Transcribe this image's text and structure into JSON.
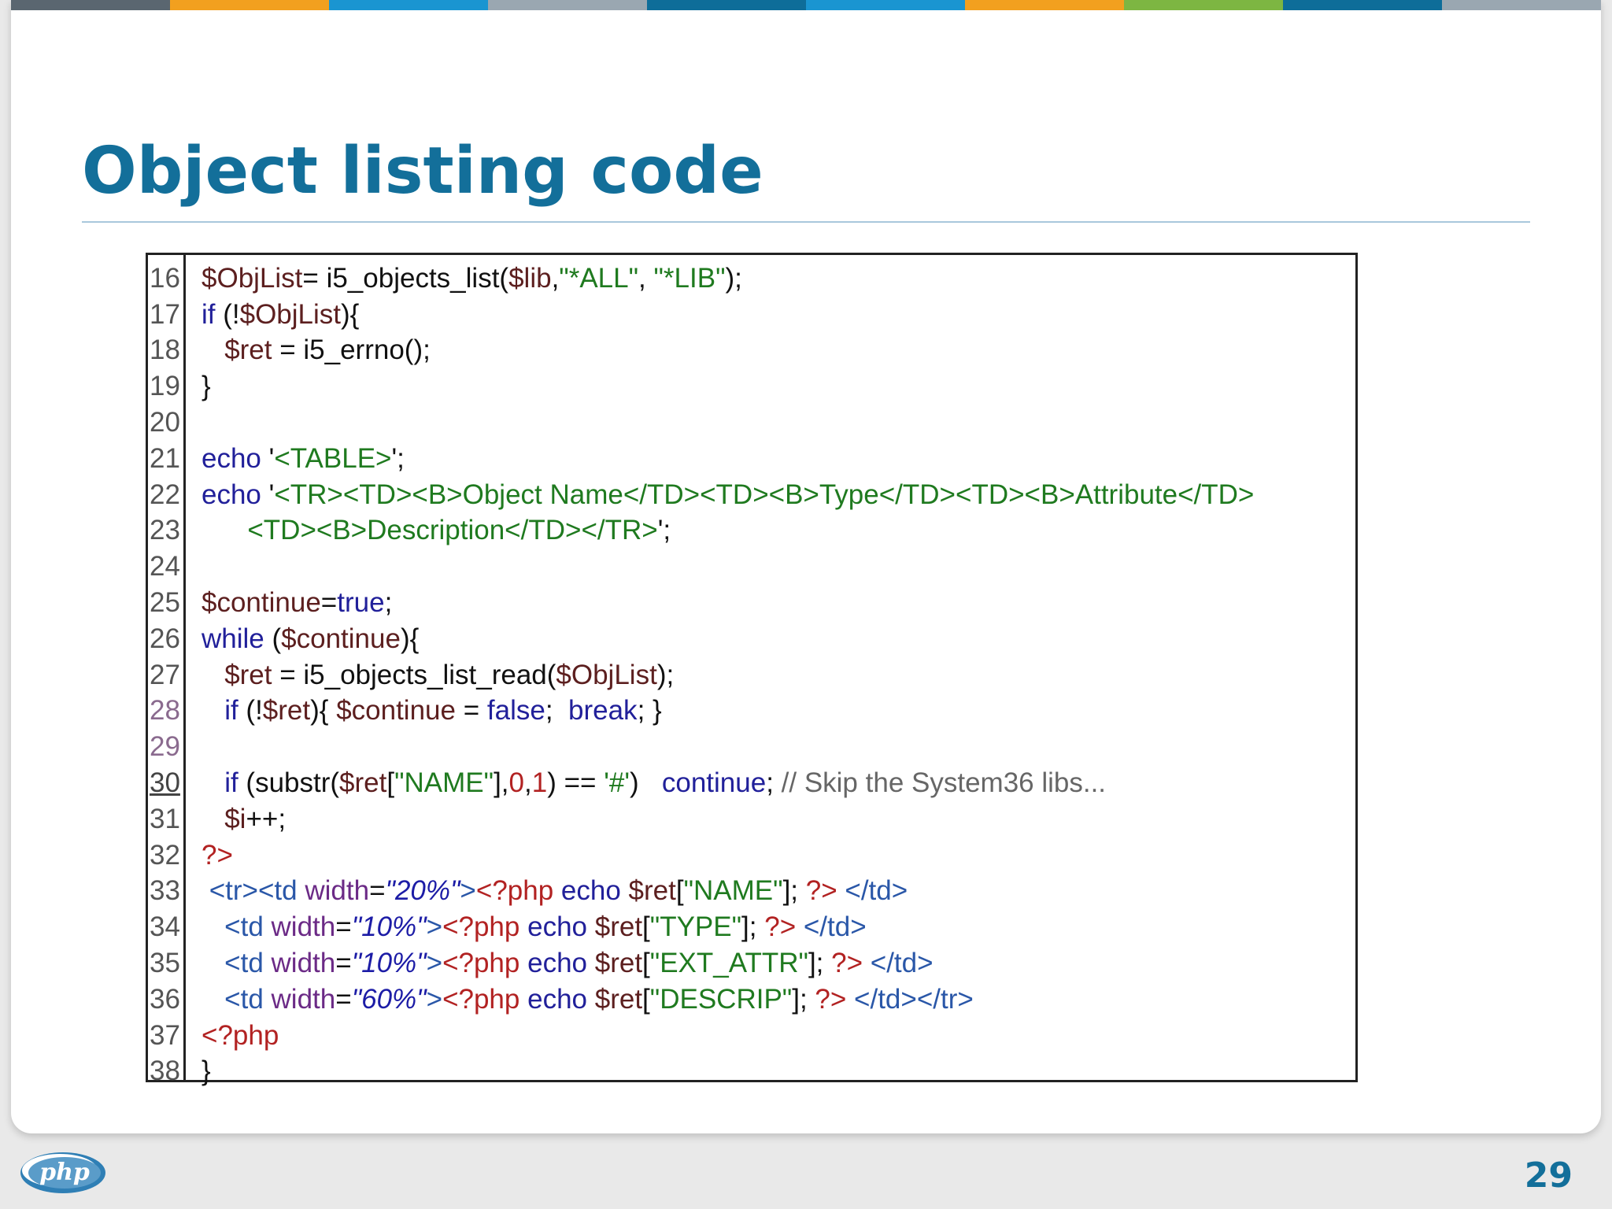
{
  "slide": {
    "title": "Object listing code",
    "page_number": "29",
    "logo_text": "php"
  },
  "colors": {
    "title": "#136f9a",
    "topbar": [
      "#5a6670",
      "#f2a01f",
      "#1a95d1",
      "#9aa7b1",
      "#0e6d99",
      "#1a95d1",
      "#f2a01f",
      "#7db642",
      "#0e6d99",
      "#9aa7b1"
    ]
  },
  "code": {
    "lines": [
      {
        "n": "16",
        "parts": [
          [
            "v",
            "$ObjList"
          ],
          [
            "",
            "= i5_objects_list("
          ],
          [
            "v",
            "$lib"
          ],
          [
            "",
            ","
          ],
          [
            "s",
            "\"*ALL\""
          ],
          [
            "",
            ", "
          ],
          [
            "s",
            "\"*LIB\""
          ],
          [
            "",
            ");"
          ]
        ]
      },
      {
        "n": "17",
        "parts": [
          [
            "k",
            "if"
          ],
          [
            "",
            " (!"
          ],
          [
            "v",
            "$ObjList"
          ],
          [
            "",
            "){"
          ]
        ]
      },
      {
        "n": "18",
        "parts": [
          [
            "",
            "   "
          ],
          [
            "v",
            "$ret"
          ],
          [
            "",
            " = i5_errno();"
          ]
        ]
      },
      {
        "n": "19",
        "parts": [
          [
            "",
            "}"
          ]
        ]
      },
      {
        "n": "20",
        "parts": []
      },
      {
        "n": "21",
        "parts": [
          [
            "k",
            "echo"
          ],
          [
            "",
            " '"
          ],
          [
            "s",
            "<TABLE>"
          ],
          [
            "",
            "';"
          ]
        ]
      },
      {
        "n": "22",
        "parts": [
          [
            "k",
            "echo"
          ],
          [
            "",
            " '"
          ],
          [
            "s",
            "<TR><TD><B>Object Name</TD><TD><B>Type</TD><TD><B>Attribute</TD>"
          ]
        ]
      },
      {
        "n": "23",
        "parts": [
          [
            "",
            "      "
          ],
          [
            "s",
            "<TD><B>Description</TD></TR>"
          ],
          [
            "",
            "';"
          ]
        ]
      },
      {
        "n": "24",
        "parts": []
      },
      {
        "n": "25",
        "parts": [
          [
            "v",
            "$continue"
          ],
          [
            "",
            "="
          ],
          [
            "k",
            "true"
          ],
          [
            "",
            ";"
          ]
        ]
      },
      {
        "n": "26",
        "parts": [
          [
            "k",
            "while"
          ],
          [
            "",
            " ("
          ],
          [
            "v",
            "$continue"
          ],
          [
            "",
            "){"
          ]
        ]
      },
      {
        "n": "27",
        "parts": [
          [
            "",
            "   "
          ],
          [
            "v",
            "$ret"
          ],
          [
            "",
            " = i5_objects_list_read("
          ],
          [
            "v",
            "$ObjList"
          ],
          [
            "",
            ");"
          ]
        ]
      },
      {
        "n": "28",
        "hl": true,
        "parts": [
          [
            "",
            "   "
          ],
          [
            "k",
            "if"
          ],
          [
            "",
            " (!"
          ],
          [
            "v",
            "$ret"
          ],
          [
            "",
            "){ "
          ],
          [
            "v",
            "$continue"
          ],
          [
            "",
            " = "
          ],
          [
            "k",
            "false"
          ],
          [
            "",
            ";  "
          ],
          [
            "k",
            "break"
          ],
          [
            "",
            "; }"
          ]
        ]
      },
      {
        "n": "29",
        "hl": true,
        "parts": []
      },
      {
        "n": "30",
        "ul": true,
        "parts": [
          [
            "",
            "   "
          ],
          [
            "k",
            "if"
          ],
          [
            "",
            " (substr("
          ],
          [
            "v",
            "$ret"
          ],
          [
            "",
            "["
          ],
          [
            "s",
            "\"NAME\""
          ],
          [
            "",
            "],"
          ],
          [
            "n",
            "0"
          ],
          [
            "",
            ","
          ],
          [
            "n",
            "1"
          ],
          [
            "",
            ") == "
          ],
          [
            "s",
            "'#'"
          ],
          [
            "",
            ")   "
          ],
          [
            "k",
            "continue"
          ],
          [
            "",
            "; "
          ],
          [
            "c",
            "// Skip the System36 libs..."
          ]
        ]
      },
      {
        "n": "31",
        "parts": [
          [
            "",
            "   "
          ],
          [
            "v",
            "$i"
          ],
          [
            "",
            "++;"
          ]
        ]
      },
      {
        "n": "32",
        "parts": [
          [
            "n",
            "?>"
          ]
        ]
      },
      {
        "n": "33",
        "parts": [
          [
            "t",
            " <tr><td "
          ],
          [
            "a",
            "width"
          ],
          [
            "",
            "="
          ],
          [
            "av",
            "\"20%\""
          ],
          [
            "t",
            ">"
          ],
          [
            "n",
            "<?php"
          ],
          [
            "k",
            " echo "
          ],
          [
            "v",
            "$ret"
          ],
          [
            "",
            "["
          ],
          [
            "s",
            "\"NAME\""
          ],
          [
            "",
            "]; "
          ],
          [
            "n",
            "?>"
          ],
          [
            "t",
            " </td>"
          ]
        ]
      },
      {
        "n": "34",
        "parts": [
          [
            "t",
            "   <td "
          ],
          [
            "a",
            "width"
          ],
          [
            "",
            "="
          ],
          [
            "av",
            "\"10%\""
          ],
          [
            "t",
            ">"
          ],
          [
            "n",
            "<?php"
          ],
          [
            "k",
            " echo "
          ],
          [
            "v",
            "$ret"
          ],
          [
            "",
            "["
          ],
          [
            "s",
            "\"TYPE\""
          ],
          [
            "",
            "]; "
          ],
          [
            "n",
            "?>"
          ],
          [
            "t",
            " </td>"
          ]
        ]
      },
      {
        "n": "35",
        "parts": [
          [
            "t",
            "   <td "
          ],
          [
            "a",
            "width"
          ],
          [
            "",
            "="
          ],
          [
            "av",
            "\"10%\""
          ],
          [
            "t",
            ">"
          ],
          [
            "n",
            "<?php"
          ],
          [
            "k",
            " echo "
          ],
          [
            "v",
            "$ret"
          ],
          [
            "",
            "["
          ],
          [
            "s",
            "\"EXT_ATTR\""
          ],
          [
            "",
            "]; "
          ],
          [
            "n",
            "?>"
          ],
          [
            "t",
            " </td>"
          ]
        ]
      },
      {
        "n": "36",
        "parts": [
          [
            "t",
            "   <td "
          ],
          [
            "a",
            "width"
          ],
          [
            "",
            "="
          ],
          [
            "av",
            "\"60%\""
          ],
          [
            "t",
            ">"
          ],
          [
            "n",
            "<?php"
          ],
          [
            "k",
            " echo "
          ],
          [
            "v",
            "$ret"
          ],
          [
            "",
            "["
          ],
          [
            "s",
            "\"DESCRIP\""
          ],
          [
            "",
            "]; "
          ],
          [
            "n",
            "?>"
          ],
          [
            "t",
            " </td></tr>"
          ]
        ]
      },
      {
        "n": "37",
        "parts": [
          [
            "n",
            "<?php"
          ]
        ]
      },
      {
        "n": "38",
        "parts": [
          [
            "",
            "}"
          ]
        ]
      }
    ]
  }
}
